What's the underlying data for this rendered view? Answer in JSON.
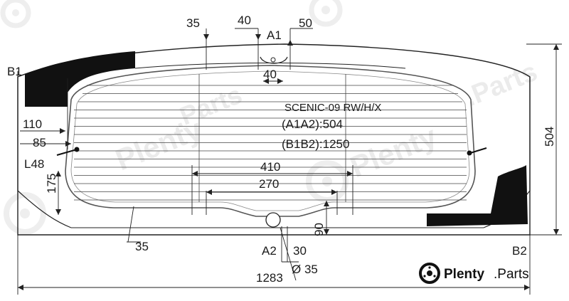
{
  "diagram": {
    "info": {
      "model": "SCENIC-09 RW/H/X",
      "a1a2": "(A1A2):504",
      "b1b2": "(B1B2):1250"
    },
    "points": {
      "a1": "A1",
      "a2": "A2",
      "b1": "B1",
      "b2": "B2"
    },
    "dimensions": {
      "top_35": "35",
      "top_40": "40",
      "top_50": "50",
      "center_40": "40",
      "left_110": "110",
      "left_85": "85",
      "left_l48": "L48",
      "left_175": "175",
      "right_504": "504",
      "span_410": "410",
      "span_270": "270",
      "bottom_35": "35",
      "bottom_30": "30",
      "bottom_90": "90",
      "hole_diameter": "Ø 35",
      "overall_width": "1283"
    }
  },
  "watermark": {
    "brand_bold": "Plenty",
    "brand_rest": ".Parts"
  }
}
